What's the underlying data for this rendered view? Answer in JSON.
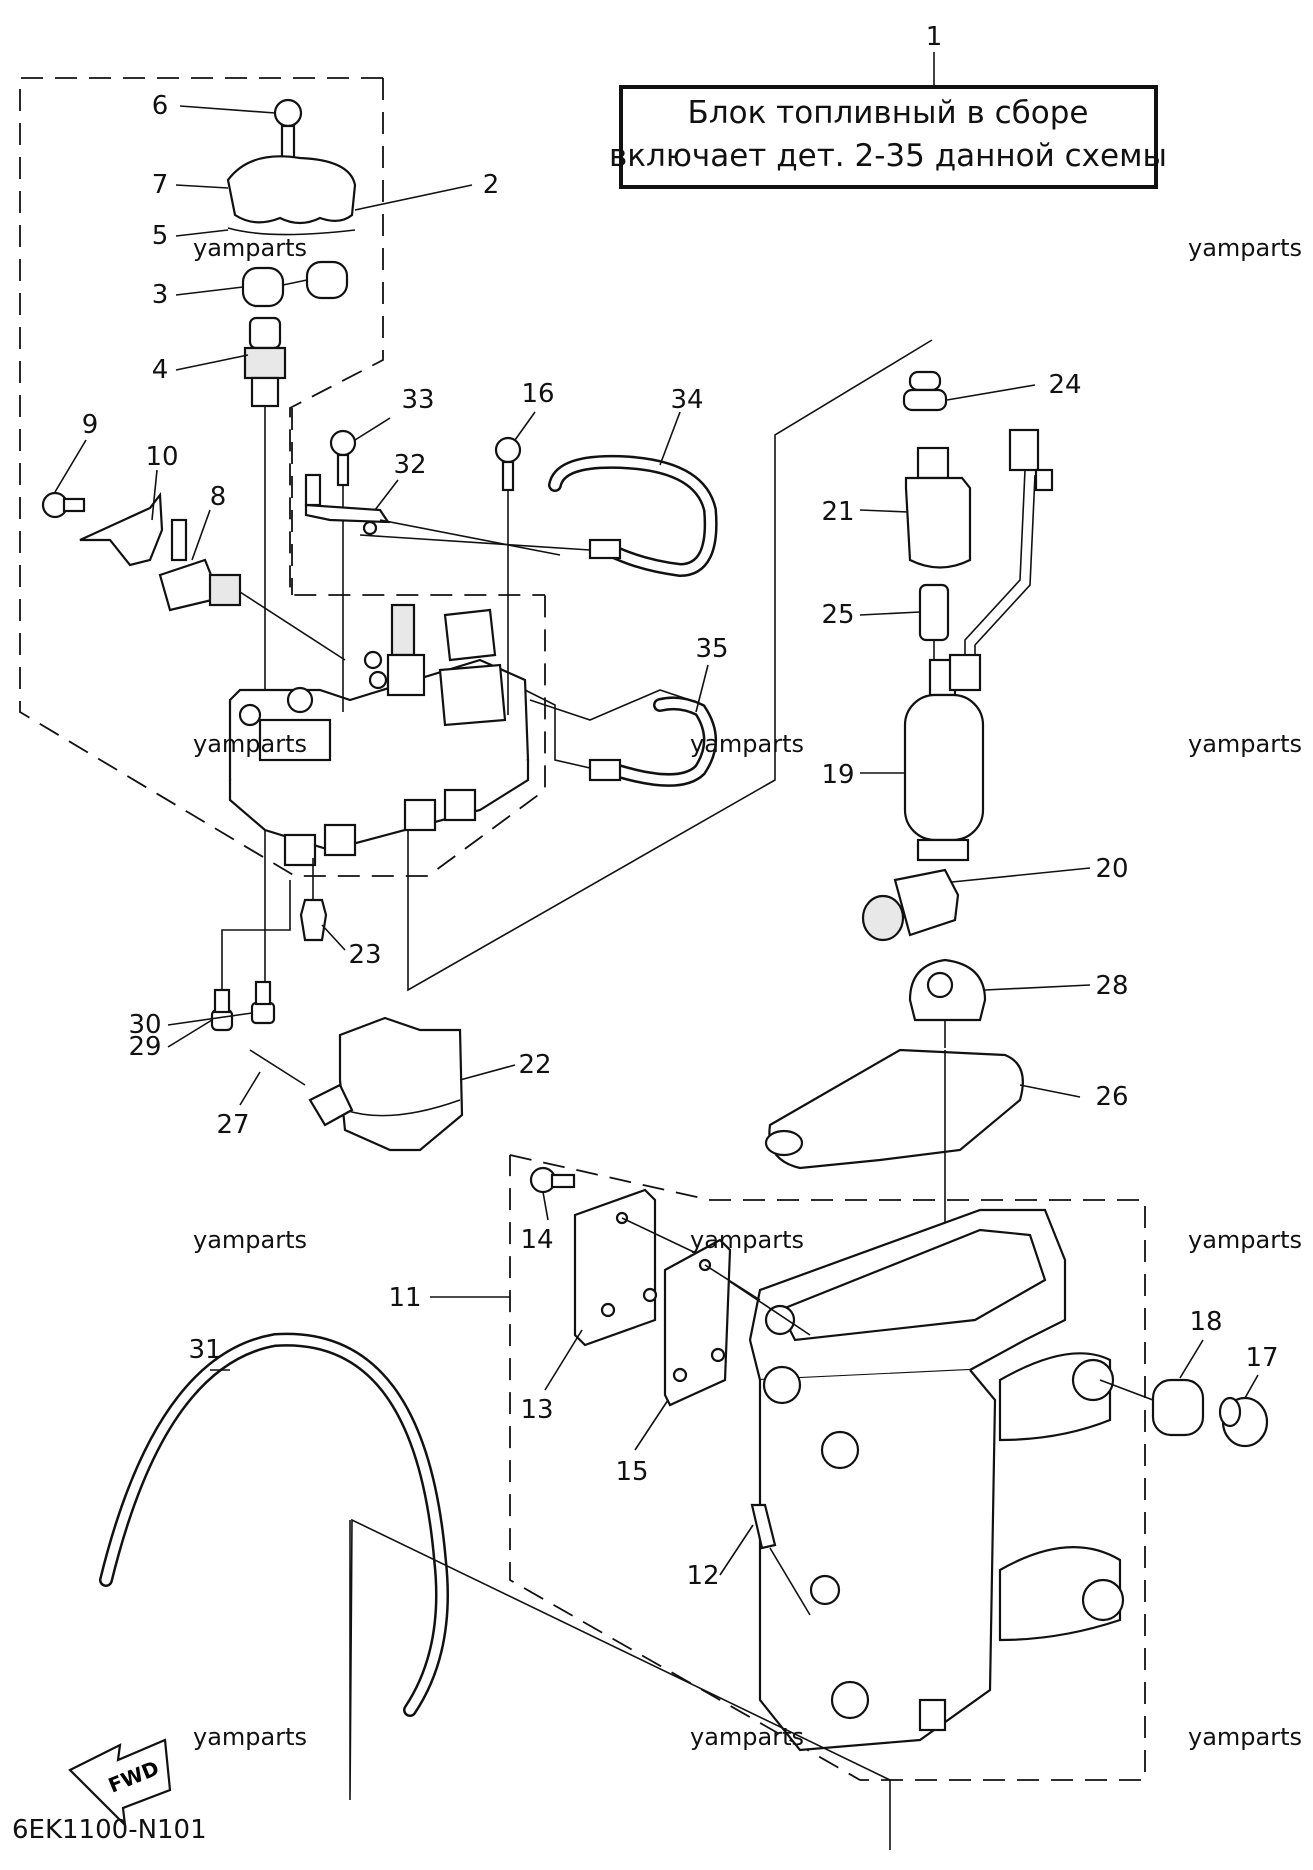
{
  "info_box": {
    "line1": "Блок топливный в сборе",
    "line2": "включает дет. 2-35 данной схемы"
  },
  "watermark": "yamparts",
  "diagram_code": "6EK1100-N101",
  "fwd_label": "FWD",
  "callouts": {
    "c1": "1",
    "c2": "2",
    "c3": "3",
    "c4": "4",
    "c5": "5",
    "c6": "6",
    "c7": "7",
    "c8": "8",
    "c9": "9",
    "c10": "10",
    "c11": "11",
    "c12": "12",
    "c13": "13",
    "c14": "14",
    "c15": "15",
    "c16": "16",
    "c17": "17",
    "c18": "18",
    "c19": "19",
    "c20": "20",
    "c21": "21",
    "c22": "22",
    "c23": "23",
    "c24": "24",
    "c25": "25",
    "c26": "26",
    "c27": "27",
    "c28": "28",
    "c29": "29",
    "c30": "30",
    "c31": "31",
    "c32": "32",
    "c33": "33",
    "c34": "34",
    "c35": "35"
  }
}
